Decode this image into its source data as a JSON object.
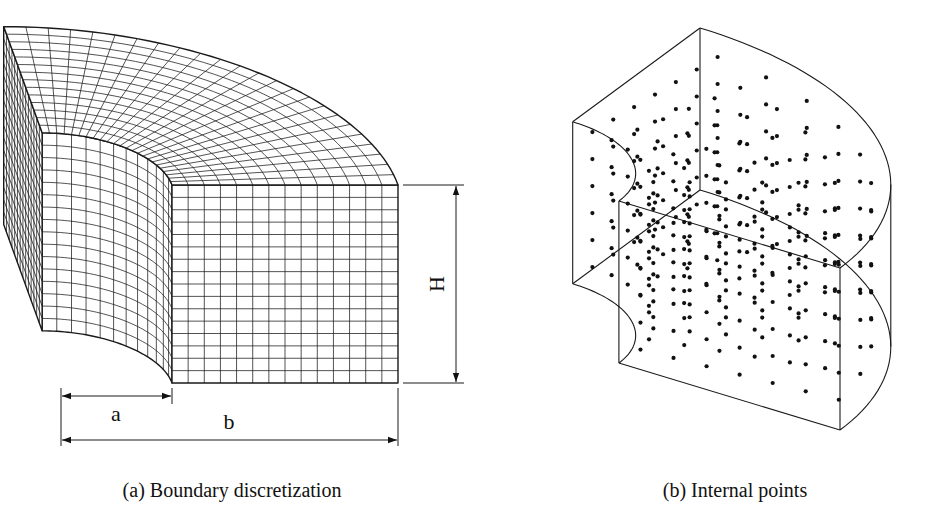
{
  "diagram": {
    "labels": [
      "a",
      "b",
      "H",
      "(a) Boundary discretization",
      "(b) Internal points"
    ]
  }
}
